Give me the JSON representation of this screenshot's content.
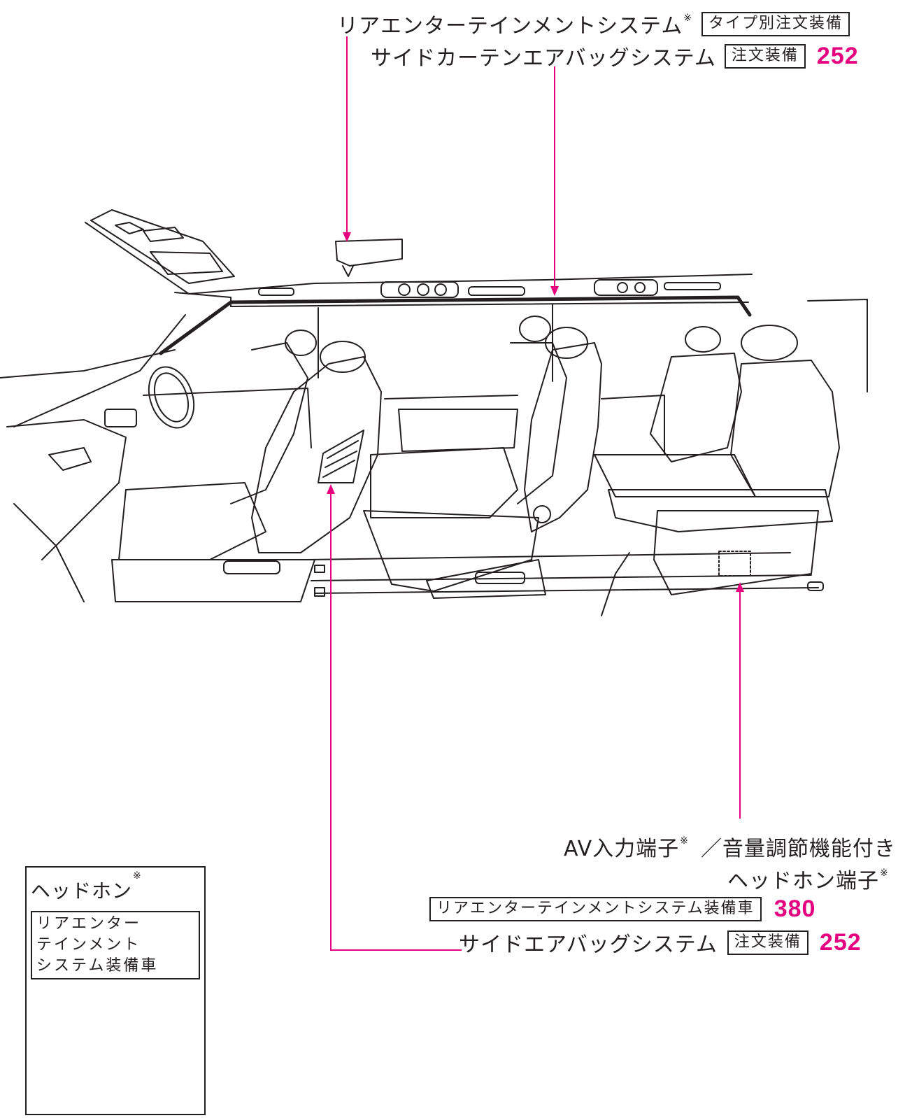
{
  "callouts": {
    "rear_entertainment": {
      "text": "リアエンターテインメントシステム",
      "note": "※",
      "tag": "タイプ別注文装備"
    },
    "curtain_airbag": {
      "text": "サイドカーテンエアバッグシステム",
      "tag": "注文装備",
      "page": "252"
    },
    "av_input": {
      "line1": "AV入力端子",
      "note1": "※",
      "line1b": "／音量調節機能付き",
      "line2": "ヘッドホン端子",
      "note2": "※",
      "tag": "リアエンターテインメントシステム装備車",
      "page": "380"
    },
    "side_airbag": {
      "text": "サイドエアバッグシステム",
      "tag": "注文装備",
      "page": "252"
    }
  },
  "headphones": {
    "title": "ヘッドホン",
    "note": "※",
    "tag_lines": [
      "リアエンター",
      "テインメント",
      "システム装備車"
    ]
  },
  "colors": {
    "accent": "#e4007f",
    "ink": "#231f20"
  },
  "illustration": "vehicle-interior"
}
